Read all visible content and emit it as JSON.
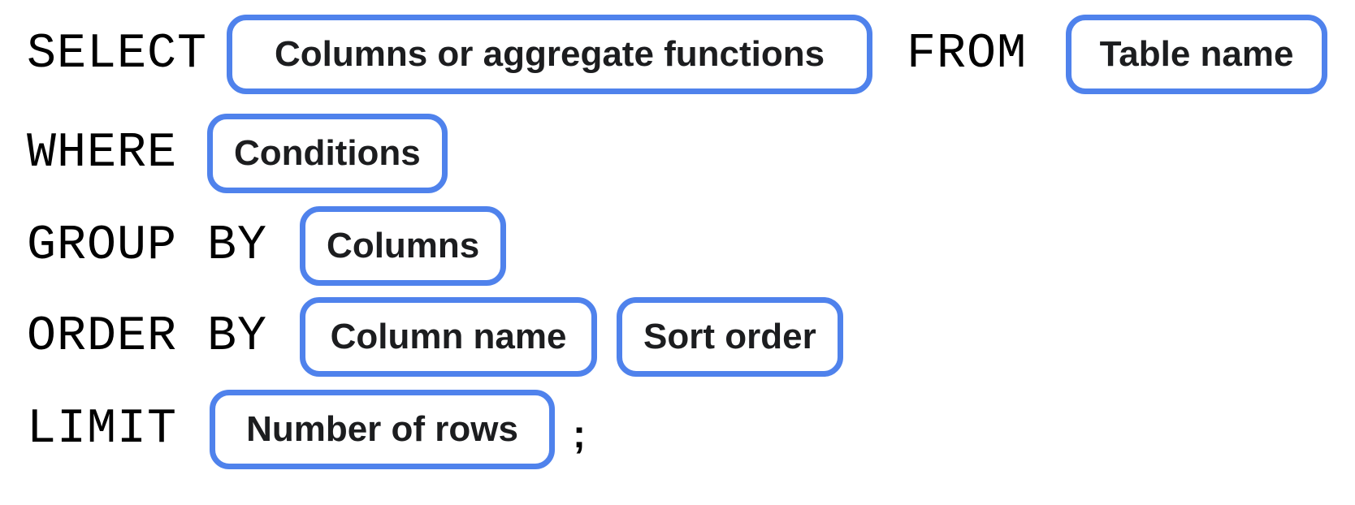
{
  "diagram": {
    "accent_color": "#4f82ec",
    "rows": [
      {
        "keyword": "SELECT",
        "box1_label": "Columns or aggregate functions",
        "keyword2": "FROM",
        "box2_label": "Table name"
      },
      {
        "keyword": "WHERE",
        "box1_label": "Conditions"
      },
      {
        "keyword": "GROUP BY",
        "box1_label": "Columns"
      },
      {
        "keyword": "ORDER BY",
        "box1_label": "Column name",
        "box2_label": "Sort order"
      },
      {
        "keyword": "LIMIT",
        "box1_label": "Number of rows",
        "terminator": ";"
      }
    ]
  }
}
